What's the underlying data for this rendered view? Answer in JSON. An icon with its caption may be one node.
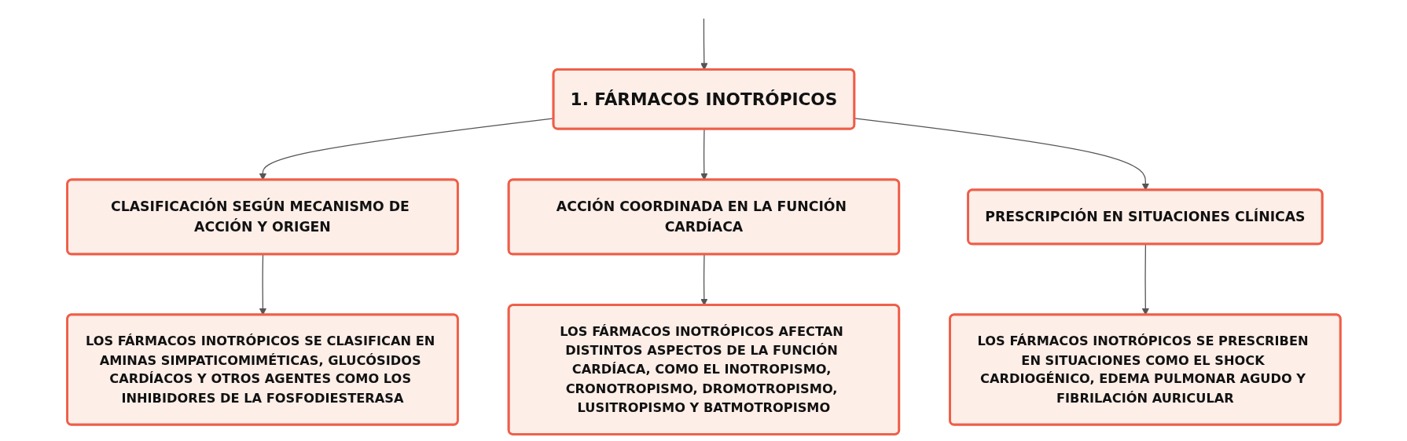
{
  "diagram": {
    "nodes": [
      {
        "text": [
          "1. FÁRMACOS INOTRÓPICOS"
        ]
      },
      {
        "text": [
          "CLASIFICACIÓN SEGÚN MECANISMO DE ACCIÓN Y ORIGEN"
        ]
      },
      {
        "text": [
          "ACCIÓN COORDINADA EN LA FUNCIÓN CARDÍACA"
        ]
      },
      {
        "text": [
          "PRESCRIPCIÓN EN SITUACIONES CLÍNICAS"
        ]
      },
      {
        "text": [
          "LOS FÁRMACOS INOTRÓPICOS SE CLASIFICAN EN AMINAS SIMPATICOMIMÉTICAS, GLUCÓSIDOS CARDÍACOS Y OTROS AGENTES COMO LOS INHIBIDORES DE LA FOSFODIESTERASA"
        ]
      },
      {
        "text": [
          "LOS FÁRMACOS INOTRÓPICOS AFECTAN DISTINTOS ASPECTOS DE LA FUNCIÓN CARDÍACA, COMO EL INOTROPISMO, CRONOTROPISMO, DROMOTROPISMO, LUSITROPISMO Y BATMOTROPISMO"
        ]
      },
      {
        "text": [
          "LOS FÁRMACOS INOTRÓPICOS SE PRESCRIBEN EN SITUACIONES COMO EL SHOCK CARDIOGÉNICO, EDEMA PULMONAR AGUDO Y FIBRILACIÓN AURICULAR"
        ]
      }
    ],
    "edges": [
      {
        "from": null,
        "to": 0,
        "arrow": "to"
      },
      {
        "from": 0,
        "to": 1,
        "arrow": "to"
      },
      {
        "from": 0,
        "to": 2,
        "arrow": "to"
      },
      {
        "from": 0,
        "to": 3,
        "arrow": "to"
      },
      {
        "from": 1,
        "to": 4,
        "arrow": "to"
      },
      {
        "from": 2,
        "to": 5,
        "arrow": "to"
      },
      {
        "from": 3,
        "to": 6,
        "arrow": "to"
      }
    ]
  }
}
